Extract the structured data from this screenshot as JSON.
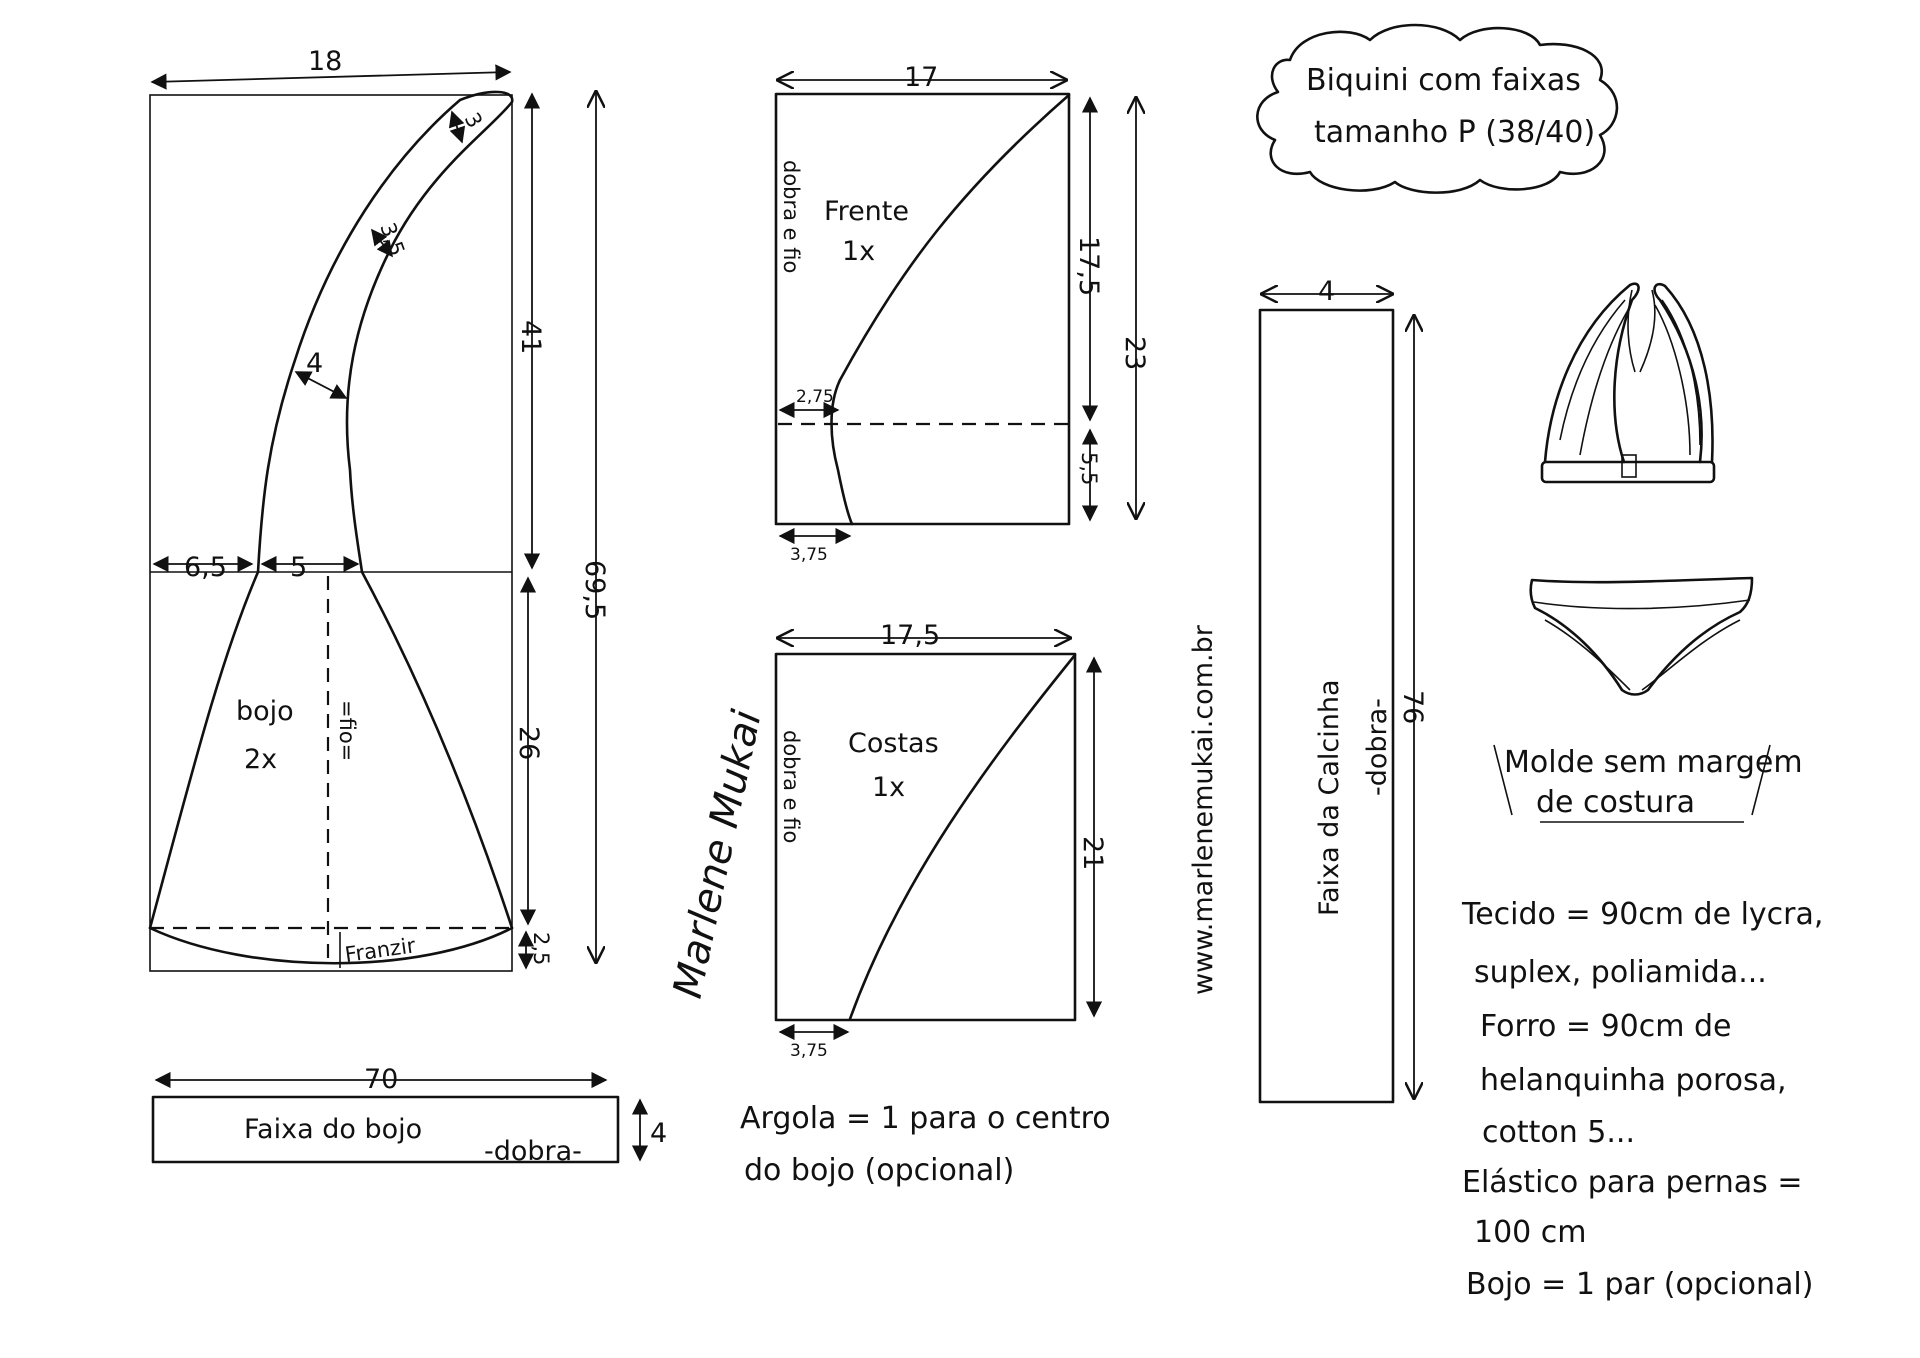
{
  "title_bubble": {
    "line1": "Biquini com faixas",
    "line2": "tamanho P (38/40)"
  },
  "bojo": {
    "name": "bojo",
    "count": "2x",
    "grain": "=fio=",
    "gather": "Franzir",
    "dim_width": "18",
    "dim_height_total": "69,5",
    "dim_upper": "41",
    "dim_lower": "26",
    "dim_hem": "2,5",
    "dim_left": "6,5",
    "dim_base": "5",
    "dim_strap_mid": "4",
    "dim_strap_upper": "3,5",
    "dim_strap_tip": "3"
  },
  "frente": {
    "name": "Frente",
    "count": "1x",
    "fold": "dobra e fio",
    "dim_width": "17",
    "dim_upper": "17,5",
    "dim_total": "23",
    "dim_lower": "5,5",
    "dim_notch": "2,75",
    "dim_bottom": "3,75"
  },
  "costas": {
    "name": "Costas",
    "count": "1x",
    "fold": "dobra e fio",
    "dim_width": "17,5",
    "dim_height": "21",
    "dim_bottom": "3,75"
  },
  "website": "www.marlenemukai.com.br",
  "signature": "Marlene Mukai",
  "faixa_calcinha": {
    "name": "Faixa da Calcinha",
    "fold": "-dobra-",
    "dim_width": "4",
    "dim_height": "76"
  },
  "faixa_bojo": {
    "name": "Faixa do bojo",
    "fold": "-dobra-",
    "dim_width": "70",
    "dim_height": "4"
  },
  "argola_note": {
    "line1": "Argola = 1 para o centro",
    "line2": "do bojo (opcional)"
  },
  "margin_note": {
    "line1": "Molde sem margem",
    "line2": "de costura"
  },
  "materials": {
    "line1": "Tecido = 90cm de lycra,",
    "line2": "suplex, poliamida...",
    "line3": "Forro = 90cm de",
    "line4": "helanquinha porosa,",
    "line5": "cotton 5...",
    "line6": "Elástico para pernas =",
    "line7": "100 cm",
    "line8": "Bojo = 1 par (opcional)"
  }
}
